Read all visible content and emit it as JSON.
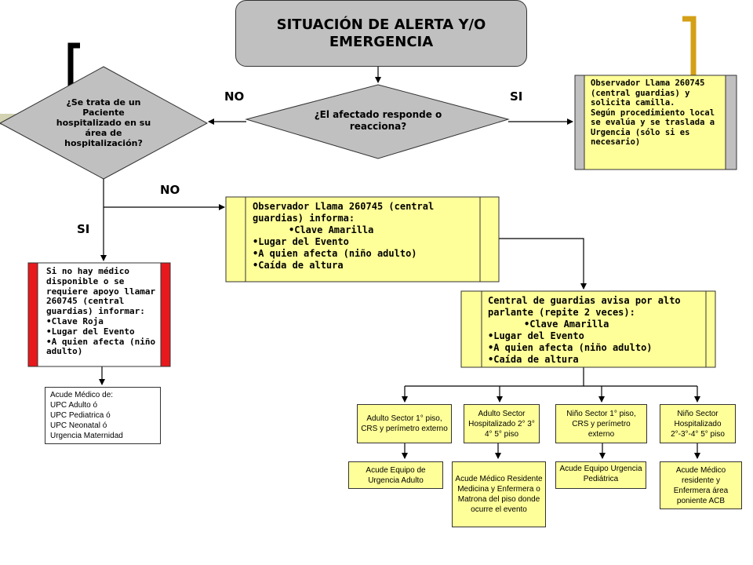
{
  "title": "SITUACIÓN DE ALERTA Y/O EMERGENCIA",
  "decisions": {
    "responde": "¿El afectado responde o reacciona?",
    "hospitalizado": "¿Se trata de un Paciente hospitalizado en su área de hospitalización?"
  },
  "labels": {
    "no_top": "NO",
    "si_top": "SI",
    "no_mid": "NO",
    "si_left": "SI"
  },
  "box_camilla": "Observador Llama 260745 (central guardias) y solicita camilla.\nSegún procedimiento local se evalúa y se traslada a Urgencia (sólo si es necesario)",
  "box_observador": {
    "intro": "Observador Llama  260745 (central guardias) informa:",
    "items": [
      "Clave Amarilla",
      "Lugar del Evento",
      "A quien afecta (niño adulto)",
      "Caída de altura"
    ]
  },
  "box_roja": {
    "intro": "Si no hay médico disponible o se requiere apoyo llamar 260745 (central guardias) informar:",
    "items": [
      "Clave Roja",
      "Lugar del Evento",
      "A quien afecta (niño adulto)"
    ]
  },
  "box_medico": "Acude Médico de:\nUPC Adulto ó\nUPC Pediatrica ó\nUPC Neonatal ó\nUrgencia Maternidad",
  "box_central": {
    "intro": "Central de guardias avisa por alto parlante (repite 2 veces):",
    "items": [
      "Clave Amarilla",
      "Lugar del Evento",
      "A quien afecta (niño adulto)",
      "Caída de altura"
    ]
  },
  "sectors": [
    "Adulto Sector 1° piso, CRS  y perímetro externo",
    "Adulto Sector Hospitalizado 2° 3° 4° 5°  piso",
    "Niño  Sector 1° piso, CRS y perímetro externo",
    "Niño Sector Hospitalizado 2°-3°-4° 5° piso"
  ],
  "responses": [
    "Acude Equipo de Urgencia Adulto",
    "Acude Médico Residente Medicina y Enfermera o Matrona del piso donde ocurre el evento",
    "Acude Equipo Urgencia Pediátrica",
    "Acude Médico residente y Enfermera área poniente ACB"
  ],
  "colors": {
    "yellow_fill": "#ffff99",
    "gray_fill": "#c0c0c0",
    "red_bar": "#e8191c",
    "gold_bracket": "#d4a017"
  }
}
